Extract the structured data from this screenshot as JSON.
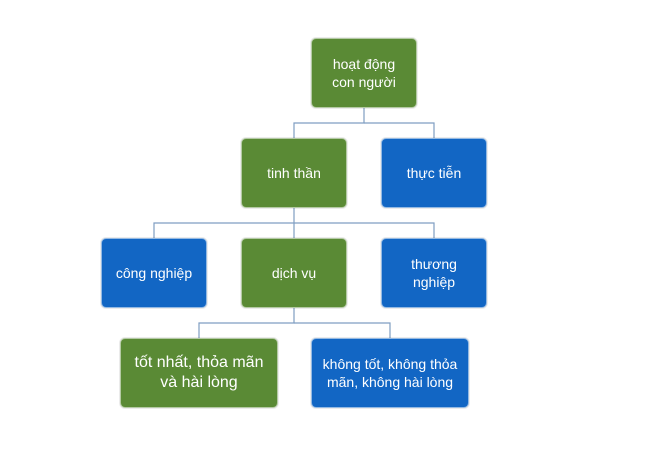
{
  "diagram": {
    "nodes": {
      "root": {
        "label": "hoạt động con người"
      },
      "tinh": {
        "label": "tinh thần"
      },
      "thuc": {
        "label": "thực tiễn"
      },
      "cong": {
        "label": "công nghiệp"
      },
      "dich": {
        "label": "dịch vụ"
      },
      "thuong": {
        "label": "thương nghiệp"
      },
      "tot": {
        "label": "tốt nhất, thỏa mãn và hài lòng"
      },
      "khong": {
        "label": "không tốt, không thỏa mãn, không hài lòng"
      }
    },
    "edges": [
      [
        "root",
        "tinh"
      ],
      [
        "root",
        "thuc"
      ],
      [
        "tinh",
        "cong"
      ],
      [
        "tinh",
        "dich"
      ],
      [
        "tinh",
        "thuong"
      ],
      [
        "dich",
        "tot"
      ],
      [
        "dich",
        "khong"
      ]
    ],
    "colors": {
      "green": "#5a8a35",
      "blue": "#1266c4",
      "connector": "#7f9ec2"
    }
  }
}
